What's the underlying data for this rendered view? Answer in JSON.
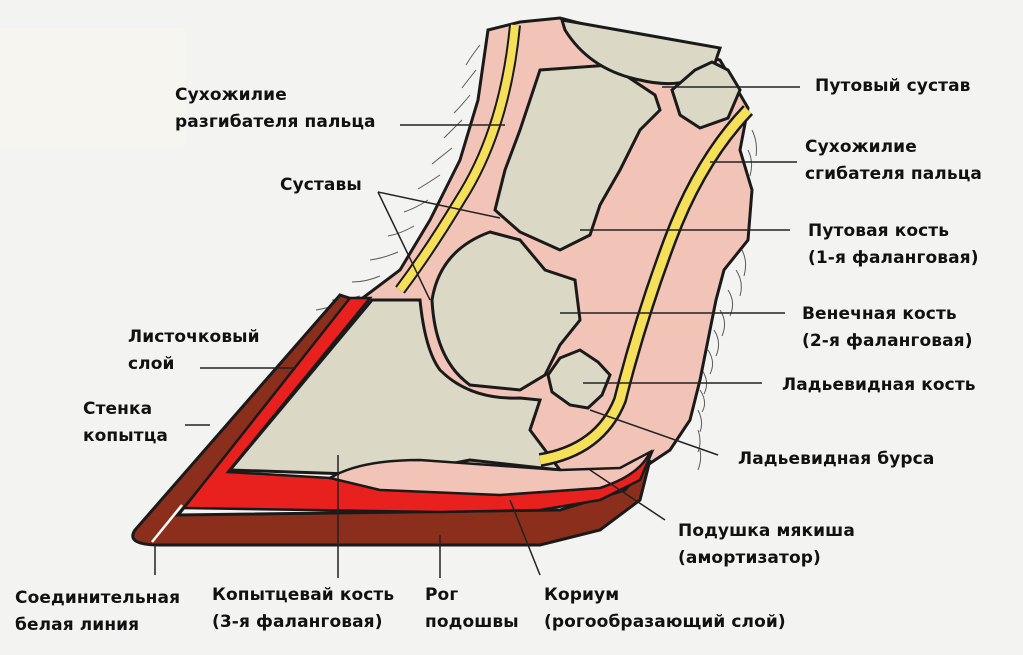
{
  "diagram": {
    "subject": "Horse hoof cross-section anatomy",
    "colors": {
      "background": "#f3f3f1",
      "soft_tissue": "#f2c4b8",
      "bone": "#dcd8c6",
      "tendon": "#f6e05a",
      "corium": "#e8201e",
      "hoof_horn": "#8b2e1c",
      "outline": "#1a1a1a"
    },
    "labels": {
      "extensor_tendon": {
        "line1": "Сухожилие",
        "line2": "разгибателя пальца"
      },
      "joints": {
        "line1": "Суставы"
      },
      "fetlock_joint": {
        "line1": "Путовый сустав"
      },
      "flexor_tendon": {
        "line1": "Сухожилие",
        "line2": "сгибателя пальца"
      },
      "pastern_bone": {
        "line1": "Путовая кость",
        "line2": "(1-я фаланговая)"
      },
      "coronary_bone": {
        "line1": "Венечная кость",
        "line2": "(2-я фаланговая)"
      },
      "navicular_bone": {
        "line1": "Ладьевидная кость"
      },
      "navicular_bursa": {
        "line1": "Ладьевидная бурса"
      },
      "laminar_layer": {
        "line1": "Листочковый",
        "line2": "слой"
      },
      "hoof_wall": {
        "line1": "Стенка",
        "line2": "копытца"
      },
      "digital_cushion": {
        "line1": "Подушка мякиша",
        "line2": "(амортизатор)"
      },
      "white_line": {
        "line1": "Соединительная",
        "line2": "белая линия"
      },
      "coffin_bone": {
        "line1": "Копытцевай кость",
        "line2": "(3-я фаланговая)"
      },
      "sole_horn": {
        "line1": "Рог",
        "line2": "подошвы"
      },
      "corium": {
        "line1": "Кориум",
        "line2": "(рогообразающий слой)"
      }
    }
  }
}
